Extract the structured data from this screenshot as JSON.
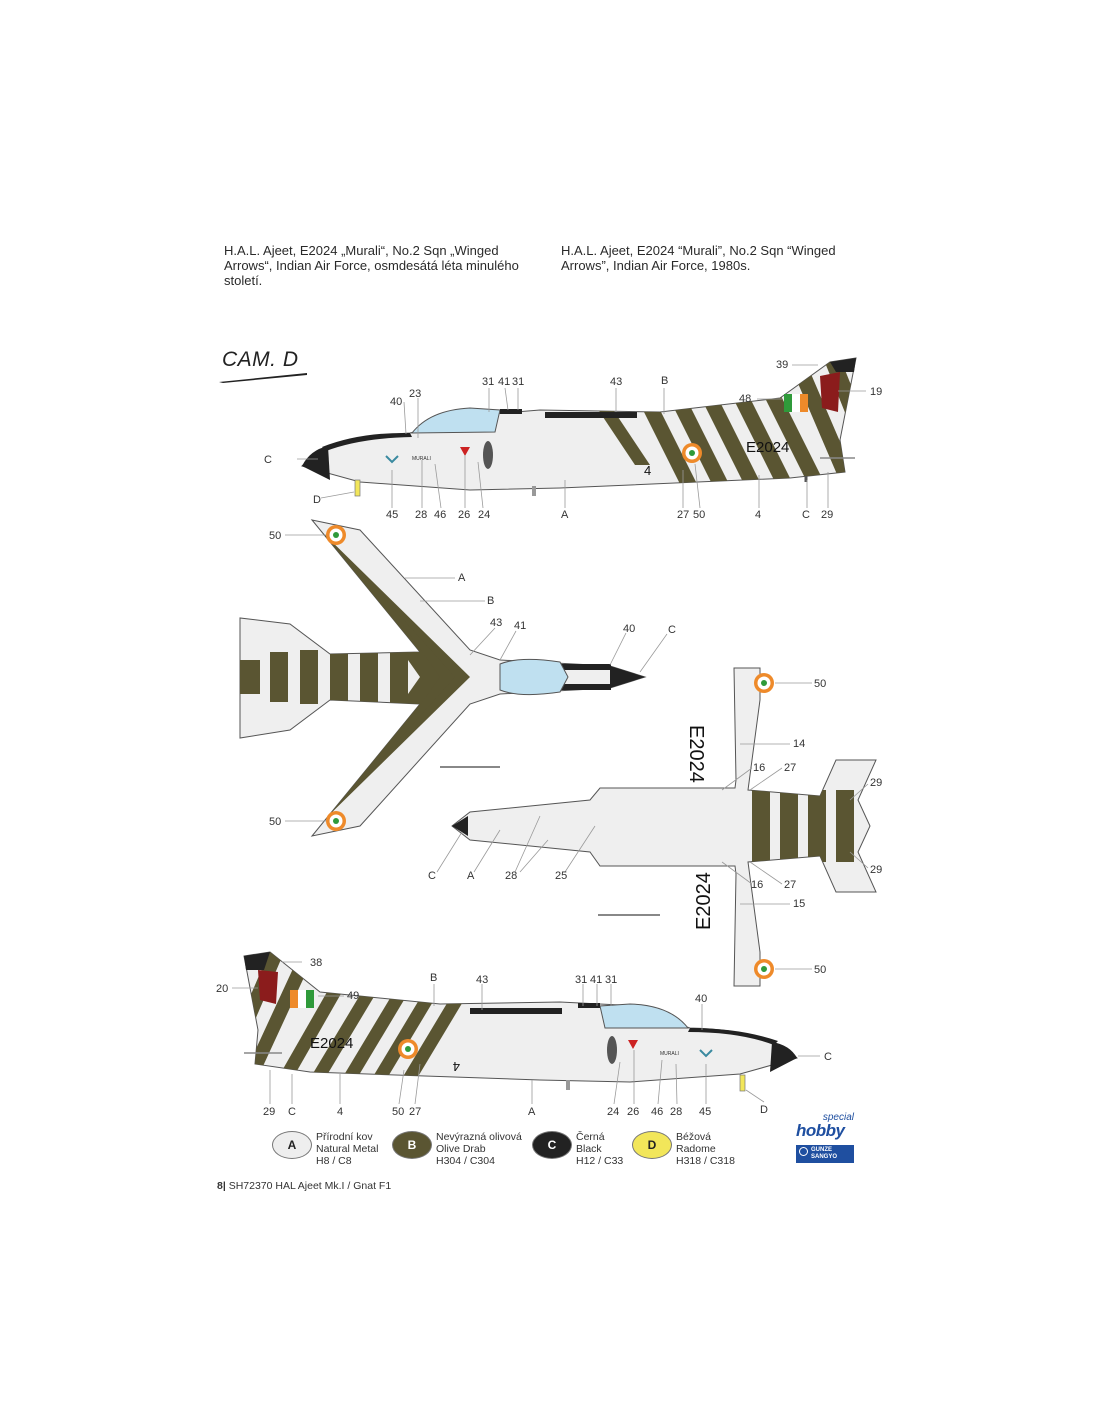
{
  "caption_cz": "H.A.L. Ajeet, E2024 „Murali“, No.2 Sqn „Winged\nArrows“, Indian Air Force, osmdesátá léta minulého\nstoletí.",
  "caption_en": "H.A.L. Ajeet, E2024 “Murali”, No.2 Sqn “Winged\nArrows”, Indian Air Force, 1980s.",
  "camo_title": "CAM. D",
  "aircraft_serial": "E2024",
  "aircraft_name": "MURALI",
  "side_fin_number": "4",
  "colors": {
    "natural_metal": "#eeeeee",
    "olive_drab": "#5a5532",
    "black": "#222222",
    "radome": "#f2e65a",
    "roundel_saffron": "#ee8a2a",
    "roundel_green": "#2f9a3a"
  },
  "labels": {
    "top_profile": [
      {
        "id": "l40",
        "text": "40"
      },
      {
        "id": "l23",
        "text": "23"
      },
      {
        "id": "l31a",
        "text": "31"
      },
      {
        "id": "l41",
        "text": "41"
      },
      {
        "id": "l31b",
        "text": "31"
      },
      {
        "id": "l43",
        "text": "43"
      },
      {
        "id": "lB",
        "text": "B"
      },
      {
        "id": "l39",
        "text": "39"
      },
      {
        "id": "l48",
        "text": "48"
      },
      {
        "id": "l19",
        "text": "19"
      },
      {
        "id": "lC1",
        "text": "C"
      },
      {
        "id": "lD1",
        "text": "D"
      },
      {
        "id": "l45",
        "text": "45"
      },
      {
        "id": "l28",
        "text": "28"
      },
      {
        "id": "l46",
        "text": "46"
      },
      {
        "id": "l26",
        "text": "26"
      },
      {
        "id": "l24",
        "text": "24"
      },
      {
        "id": "lA1",
        "text": "A"
      },
      {
        "id": "l27",
        "text": "27"
      },
      {
        "id": "l50",
        "text": "50"
      },
      {
        "id": "l4",
        "text": "4"
      },
      {
        "id": "lC2",
        "text": "C"
      },
      {
        "id": "l29",
        "text": "29"
      }
    ],
    "top_view": [
      {
        "id": "t50a",
        "text": "50"
      },
      {
        "id": "tA",
        "text": "A"
      },
      {
        "id": "tB",
        "text": "B"
      },
      {
        "id": "t43",
        "text": "43"
      },
      {
        "id": "t41",
        "text": "41"
      },
      {
        "id": "t40",
        "text": "40"
      },
      {
        "id": "tC",
        "text": "C"
      },
      {
        "id": "t50b",
        "text": "50"
      }
    ],
    "bottom_view": [
      {
        "id": "b50a",
        "text": "50"
      },
      {
        "id": "b14",
        "text": "14"
      },
      {
        "id": "b16a",
        "text": "16"
      },
      {
        "id": "b27a",
        "text": "27"
      },
      {
        "id": "b29a",
        "text": "29"
      },
      {
        "id": "b29b",
        "text": "29"
      },
      {
        "id": "b16b",
        "text": "16"
      },
      {
        "id": "b27b",
        "text": "27"
      },
      {
        "id": "b15",
        "text": "15"
      },
      {
        "id": "b50b",
        "text": "50"
      },
      {
        "id": "bC",
        "text": "C"
      },
      {
        "id": "bA",
        "text": "A"
      },
      {
        "id": "b28",
        "text": "28"
      },
      {
        "id": "b25",
        "text": "25"
      }
    ],
    "bottom_profile": [
      {
        "id": "p38",
        "text": "38"
      },
      {
        "id": "p20",
        "text": "20"
      },
      {
        "id": "p49",
        "text": "49"
      },
      {
        "id": "pB",
        "text": "B"
      },
      {
        "id": "p43",
        "text": "43"
      },
      {
        "id": "p31a",
        "text": "31"
      },
      {
        "id": "p41",
        "text": "41"
      },
      {
        "id": "p31b",
        "text": "31"
      },
      {
        "id": "p40",
        "text": "40"
      },
      {
        "id": "pC1",
        "text": "C"
      },
      {
        "id": "p29",
        "text": "29"
      },
      {
        "id": "pC2",
        "text": "C"
      },
      {
        "id": "p4",
        "text": "4"
      },
      {
        "id": "p50",
        "text": "50"
      },
      {
        "id": "p27",
        "text": "27"
      },
      {
        "id": "pA",
        "text": "A"
      },
      {
        "id": "p24",
        "text": "24"
      },
      {
        "id": "p26",
        "text": "26"
      },
      {
        "id": "p46",
        "text": "46"
      },
      {
        "id": "p28",
        "text": "28"
      },
      {
        "id": "p45",
        "text": "45"
      },
      {
        "id": "pD",
        "text": "D"
      }
    ]
  },
  "legend": [
    {
      "letter": "A",
      "text": "Přírodní kov\nNatural Metal\nH8 / C8",
      "color": "#eeeeee",
      "text_color": "#222222"
    },
    {
      "letter": "B",
      "text": "Nevýrazná olivová\nOlive Drab\nH304 / C304",
      "color": "#5a5532",
      "text_color": "#ffffff"
    },
    {
      "letter": "C",
      "text": "Černá\nBlack\nH12 / C33",
      "color": "#222222",
      "text_color": "#ffffff"
    },
    {
      "letter": "D",
      "text": "Béžová\nRadome\nH318 / C318",
      "color": "#f2e65a",
      "text_color": "#222222"
    }
  ],
  "logo": {
    "line1": "special",
    "line2": "hobby",
    "line3": "GUNZE SANGYO"
  },
  "footer": {
    "page": "8|",
    "kit": "SH72370",
    "title": "HAL Ajeet Mk.I / Gnat F1"
  }
}
